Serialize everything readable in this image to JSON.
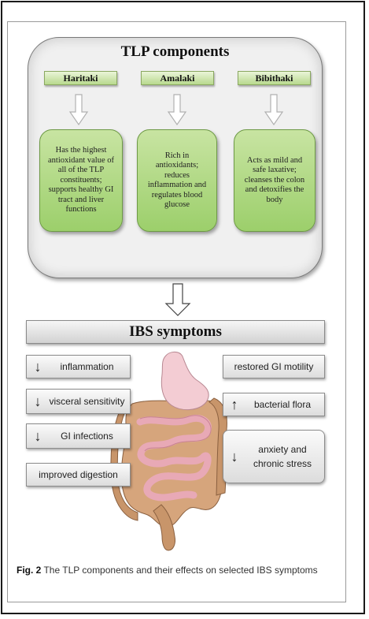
{
  "tlp": {
    "title": "TLP components",
    "herbs": [
      {
        "name": "Haritaki",
        "effect": "Has the highest antioxidant value of all of the TLP constituents; supports healthy GI tract and liver functions"
      },
      {
        "name": "Amalaki",
        "effect": "Rich in antioxidants; reduces inflammation and regulates blood glucose"
      },
      {
        "name": "Bibithaki",
        "effect": "Acts as mild and safe laxative; cleanses the colon and detoxifies the body"
      }
    ]
  },
  "ibs": {
    "title": "IBS symptoms",
    "left": [
      {
        "arrow": "↓",
        "label": "inflammation"
      },
      {
        "arrow": "↓",
        "label": "visceral sensitivity"
      },
      {
        "arrow": "↓",
        "label": "GI infections"
      },
      {
        "arrow": "",
        "label": "improved digestion"
      }
    ],
    "right": [
      {
        "arrow": "",
        "label": "restored GI motility"
      },
      {
        "arrow": "↑",
        "label": "bacterial flora"
      },
      {
        "arrow": "↓",
        "label": "anxiety and chronic stress"
      }
    ]
  },
  "caption": {
    "label": "Fig. 2",
    "text": "The TLP components and their effects on selected IBS symptoms"
  },
  "colors": {
    "herb_green": "#b8d98e",
    "effect_green": "#9ccf6b",
    "colon_brown": "#c8956a",
    "intestine_pink": "#f2c2cc"
  }
}
